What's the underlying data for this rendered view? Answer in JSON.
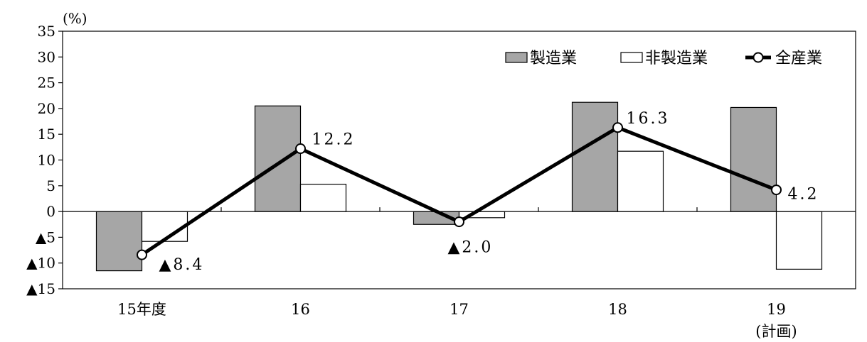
{
  "chart_data": {
    "type": "bar",
    "y_unit_label": "(%)",
    "yticks": [
      "35",
      "30",
      "25",
      "20",
      "15",
      "10",
      "5",
      "0",
      "▲5",
      "▲10",
      "▲15"
    ],
    "ylim": [
      -15,
      35
    ],
    "categories": [
      {
        "label": "15年度",
        "sub": ""
      },
      {
        "label": "16",
        "sub": ""
      },
      {
        "label": "17",
        "sub": ""
      },
      {
        "label": "18",
        "sub": ""
      },
      {
        "label": "19",
        "sub": "(計画)"
      }
    ],
    "series": [
      {
        "name": "製造業",
        "kind": "bar",
        "color": "#a6a6a6",
        "values": [
          -11.5,
          20.5,
          -2.5,
          21.2,
          20.2
        ]
      },
      {
        "name": "非製造業",
        "kind": "bar",
        "color": "#ffffff",
        "values": [
          -5.8,
          5.3,
          -1.2,
          11.7,
          -11.2
        ]
      },
      {
        "name": "全産業",
        "kind": "line",
        "color": "#000000",
        "values": [
          -8.4,
          12.2,
          -2.0,
          16.3,
          4.2
        ]
      }
    ],
    "data_labels": [
      "▲8.4",
      "12.2",
      "▲2.0",
      "16.3",
      "4.2"
    ],
    "legend_position": "top-right",
    "grid": false
  }
}
